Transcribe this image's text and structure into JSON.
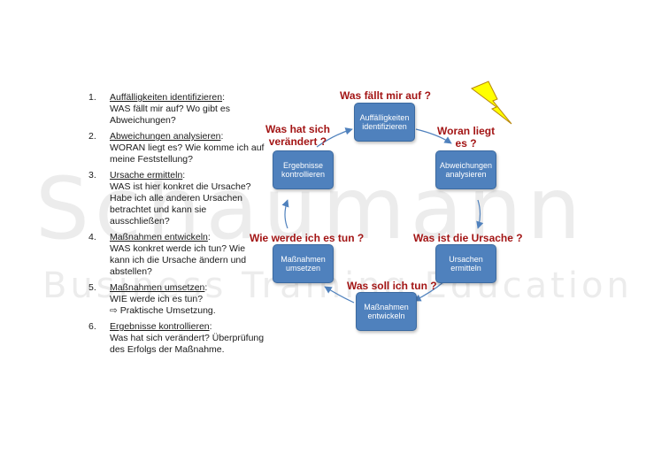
{
  "steps": [
    {
      "num": "1.",
      "title": "Auffälligkeiten identifizieren",
      "desc": "WAS fällt mir auf? Wo gibt es\nAbweichungen?"
    },
    {
      "num": "2.",
      "title": "Abweichungen analysieren",
      "desc": "WORAN liegt es? Wie komme ich auf\nmeine Feststellung?"
    },
    {
      "num": "3.",
      "title": "Ursache ermitteln",
      "desc": "WAS ist hier konkret die Ursache?\nHabe ich alle anderen Ursachen\nbetrachtet und kann sie\nausschließen?"
    },
    {
      "num": "4.",
      "title": "Maßnahmen entwickeln",
      "desc": "WAS konkret werde ich tun? Wie\nkann ich die Ursache ändern und\nabstellen?"
    },
    {
      "num": "5.",
      "title": "Maßnahmen umsetzen",
      "desc": "WIE werde ich es tun?\n⇨ Praktische Umsetzung."
    },
    {
      "num": "6.",
      "title": "Ergebnisse kontrollieren",
      "desc": "Was hat sich verändert? Überprüfung\ndes Erfolgs der Maßnahme."
    }
  ],
  "cycle": {
    "boxes": {
      "auffaelligkeiten": "Auffälligkeiten identifizieren",
      "abweichungen": "Abweichungen analysieren",
      "ursachen": "Ursachen ermitteln",
      "massnahmen_entwickeln": "Maßnahmen entwickeln",
      "massnahmen_umsetzen": "Maßnahmen umsetzen",
      "ergebnisse": "Ergebnisse kontrollieren"
    },
    "questions": {
      "was_faellt": "Was fällt mir auf ?",
      "woran": "Woran liegt\nes ?",
      "ursache": "Was ist die Ursache ?",
      "was_soll": "Was soll ich tun ?",
      "wie_werde": "Wie werde ich es tun ?",
      "veraendert": "Was hat sich\nverändert ?"
    }
  },
  "watermark": {
    "big": "Schaumann",
    "small": "Business Training Education"
  },
  "colors": {
    "box_fill": "#4f81bd",
    "question_red": "#a31515",
    "bolt_yellow": "#ffff00"
  },
  "icons": {
    "bolt": "lightning-bolt-icon"
  }
}
